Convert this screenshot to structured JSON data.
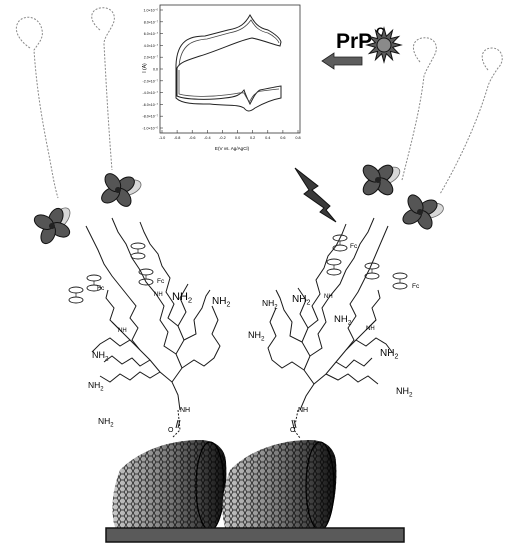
{
  "inset_plot": {
    "y_ticks": [
      "1.0×10⁻⁶",
      "8.0×10⁻⁷",
      "6.0×10⁻⁷",
      "4.0×10⁻⁷",
      "2.0×10⁻⁷",
      "0.0",
      "-2.0×10⁻⁷",
      "-4.0×10⁻⁷",
      "-6.0×10⁻⁷",
      "-8.0×10⁻⁷",
      "-1.0×10⁻⁶"
    ],
    "x_ticks": [
      "-1.0",
      "-0.8",
      "-0.6",
      "-0.4",
      "-0.2",
      "0.0",
      "0.2",
      "0.4",
      "0.6",
      "0.8"
    ],
    "ylabel": "I (A)",
    "xlabel": "E(V vs. Ag/AgCl)"
  },
  "prpc_label": "PrP",
  "prpc_superscript": "C",
  "labels": {
    "fc": "Fc",
    "nh2": "NH",
    "nh2_sub": "2",
    "nh": "NH",
    "n": "N",
    "h": "H",
    "o": "O"
  },
  "colors": {
    "line": "#1a1a1a",
    "prpc_core": "#777777",
    "substrate": "#5a5a5a",
    "cnt_dark": "#1a1a1a",
    "cnt_light": "#9a9a9a"
  }
}
